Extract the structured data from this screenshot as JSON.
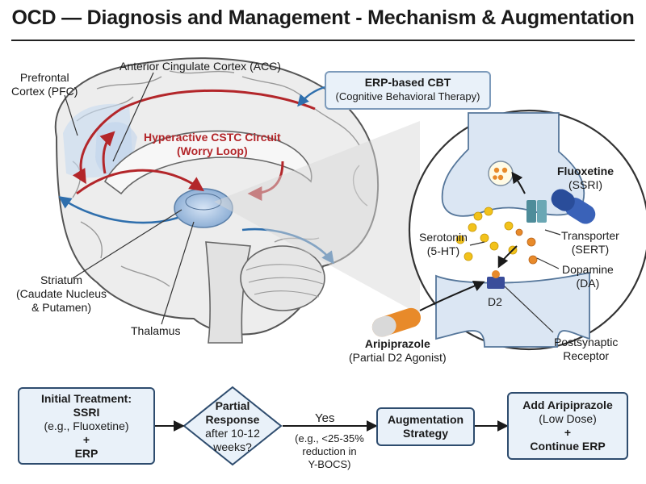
{
  "title": "OCD — Diagnosis and Management - Mechanism & Augmentation",
  "brain_labels": {
    "pfc": "Prefrontal\nCortex (PFC)",
    "acc": "Anterior Cingulate Cortex (ACC)",
    "circuit_line1": "Hyperactive CSTC Circuit",
    "circuit_line2": "(Worry Loop)",
    "striatum_line1": "Striatum",
    "striatum_line2": "(Caudate Nucleus",
    "striatum_line3": "& Putamen)",
    "thalamus": "Thalamus"
  },
  "erp_box": {
    "title": "ERP-based CBT",
    "subtitle": "(Cognitive Behavioral Therapy)"
  },
  "synapse_labels": {
    "fluoxetine": "Fluoxetine",
    "fluoxetine_sub": "(SSRI)",
    "serotonin": "Serotonin",
    "serotonin_sub": "(5-HT)",
    "transporter": "Transporter",
    "transporter_sub": "(SERT)",
    "dopamine": "Dopamine",
    "dopamine_sub": "(DA)",
    "d2": "D2",
    "aripiprazole": "Aripiprazole",
    "aripiprazole_sub": "(Partial D2 Agonist)",
    "postsynaptic": "Postsynaptic",
    "receptor": "Receptor"
  },
  "flow": {
    "initial_l1": "Initial Treatment:",
    "initial_l2": "SSRI",
    "initial_l3": "(e.g., Fluoxetine)",
    "initial_l4": "+",
    "initial_l5": "ERP",
    "decision_l1": "Partial",
    "decision_l2": "Response",
    "decision_l3": "after 10-12",
    "decision_l4": "weeks?",
    "yes": "Yes",
    "yes_note_l1": "(e.g., <25-35%",
    "yes_note_l2": "reduction in",
    "yes_note_l3": "Y-BOCS)",
    "augment_l1": "Augmentation",
    "augment_l2": "Strategy",
    "add_l1": "Add Aripiprazole",
    "add_l2": "(Low Dose)",
    "add_l3": "+",
    "add_l4": "Continue ERP"
  },
  "colors": {
    "circuit_red": "#b3262a",
    "flow_blue": "#2f6fad",
    "box_fill": "#e9f1f9",
    "box_border": "#2e4c6e",
    "serotonin": "#f2c21b",
    "dopamine": "#e88a2a"
  }
}
